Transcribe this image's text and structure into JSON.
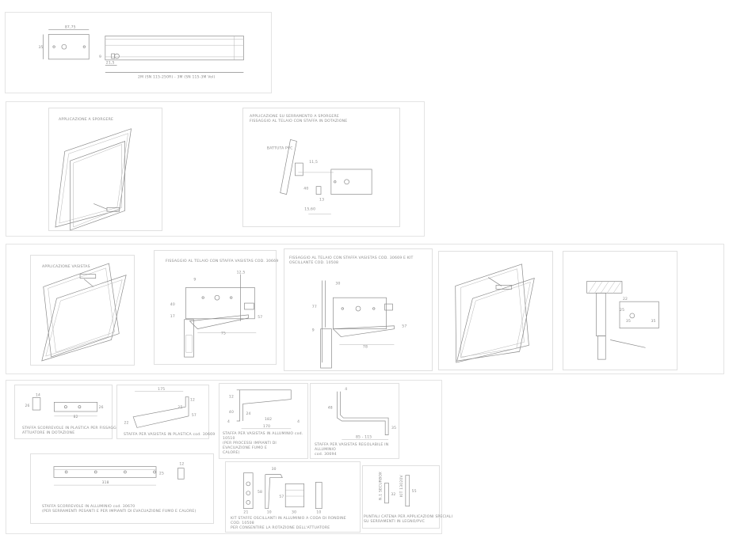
{
  "profile": {
    "dim_width": "87,75",
    "dim_height": "35",
    "dim_offset": "21,5",
    "dim_small": "9",
    "dim_length": "2M (SN 115-250R) - 3M (SN 115-3M Vol)"
  },
  "sporgere": {
    "view_caption": "APPLICAZIONE A SPORGERE",
    "detail_caption_1": "APPLICAZIONE SU SERRAMENTO A SPORGERE",
    "detail_caption_2": "FISSAGGIO AL TELAIO CON STAFFA IN DOTAZIONE",
    "detail_label": "BATTUTA PVC",
    "dims": [
      "11,5",
      "40",
      "13",
      "15,60"
    ]
  },
  "vasistas": {
    "view_caption": "APPLICAZIONE VASISTAS",
    "detail1_caption": "FISSAGGIO AL TELAIO CON STAFFA VASISTAS COD. 30669",
    "detail1_dims": [
      "12,5",
      "9",
      "40",
      "17",
      "57",
      "75"
    ],
    "detail2_caption": "FISSAGGIO AL TELAIO CON STAFFA VASISTAS COD. 30669 E KIT OSCILLANTE COD. 10508",
    "detail2_dims": [
      "30",
      "77",
      "9",
      "57",
      "78"
    ],
    "detail3_dims": [
      "22",
      "25",
      "35",
      "35"
    ]
  },
  "accessories": {
    "slide_bracket_caption_1": "STAFFA SCORREVOLE IN PLASTICA PER FISSAGGIO",
    "slide_bracket_caption_2": "ATTUATORE IN DOTAZIONE",
    "slide_bracket_dims": [
      "14",
      "26",
      "82",
      "26"
    ],
    "plastic_bracket_caption": "STAFFA PER VASISTAS IN PLASTICA cod. 30669",
    "plastic_bracket_dims": [
      "175",
      "12",
      "25",
      "57",
      "22"
    ],
    "alu_bracket_caption_1": "STAFFA PER VASISTAS IN ALLUMINIO cod. 10510",
    "alu_bracket_caption_2": "(PER PROCESSI IMPIANTI DI EVACUAZIONE FUMO E",
    "alu_bracket_caption_3": "CALORE)",
    "alu_bracket_dims": [
      "12",
      "40",
      "24",
      "182",
      "4",
      "4",
      "170"
    ],
    "adj_bracket_caption_1": "STAFFA PER VASISTAS REGOLABILE IN ALLUMINIO",
    "adj_bracket_caption_2": "cod. 30694",
    "adj_bracket_dims": [
      "4",
      "48",
      "85 - 115",
      "35"
    ],
    "alu_slide_caption_1": "STAFFA SCORREVOLE IN ALLUMINIO cod. 30670",
    "alu_slide_caption_2": "(PER SERRAMENTI PESANTI E PER IMPIANTI DI EVACUAZIONE FUMO E CALORE)",
    "alu_slide_dims": [
      "318",
      "25",
      "12"
    ],
    "kit_caption_1": "KIT STAFFE OSCILLANTI IN ALLUMINIO A CODA DI RONDINE COD. 10508",
    "kit_caption_2": "PER CONSENTIRE LA ROTAZIONE DELL'ATTUATORE",
    "kit_dims": [
      "30",
      "58",
      "57",
      "21",
      "10",
      "30",
      "10"
    ],
    "chain_caption_1": "PUNTALI CATENA PER APPLICAZIONI SPECIALI",
    "chain_caption_2": "SU SERRAMENTI IN LEGNO/PVC",
    "chain_labels": [
      "N.1 SECURBOX",
      "KIT 13020V"
    ],
    "chain_dims": [
      "32",
      "55"
    ]
  }
}
